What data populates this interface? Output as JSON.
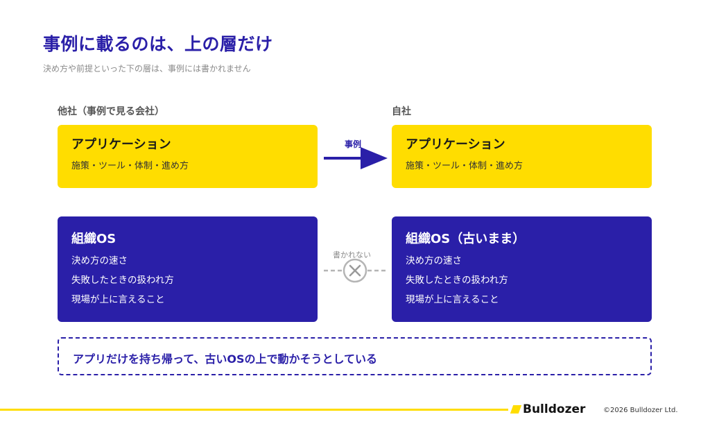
{
  "title": "事例に載るのは、上の層だけ",
  "subtitle": "決め方や前提といった下の層は、事例には書かれません",
  "left_column": {
    "label": "他社（事例で見る会社）",
    "app_card": {
      "title": "アプリケーション",
      "subtitle": "施策・ツール・体制・進め方"
    },
    "org_card": {
      "title": "組織OS",
      "items": [
        "決め方の速さ",
        "失敗したときの扱われ方",
        "現場が上に言えること"
      ]
    }
  },
  "right_column": {
    "label": "自社",
    "app_card": {
      "title": "アプリケーション",
      "subtitle": "施策・ツール・体制・進め方"
    },
    "org_card": {
      "title": "組織OS（古いまま）",
      "items": [
        "決め方の速さ",
        "失敗したときの扱われ方",
        "現場が上に言えること"
      ]
    }
  },
  "arrow_label": "事例",
  "dashed_label": "書かれない",
  "bottom_message": "アプリだけを持ち帰って、古いOSの上で動かそうとしている",
  "footer": {
    "brand": "Bulldozer",
    "copyright": "©2026 Bulldozer Ltd."
  },
  "colors": {
    "navy": "#2a1fa8",
    "yellow": "#ffdd00",
    "gray": "#8a8a8a"
  }
}
